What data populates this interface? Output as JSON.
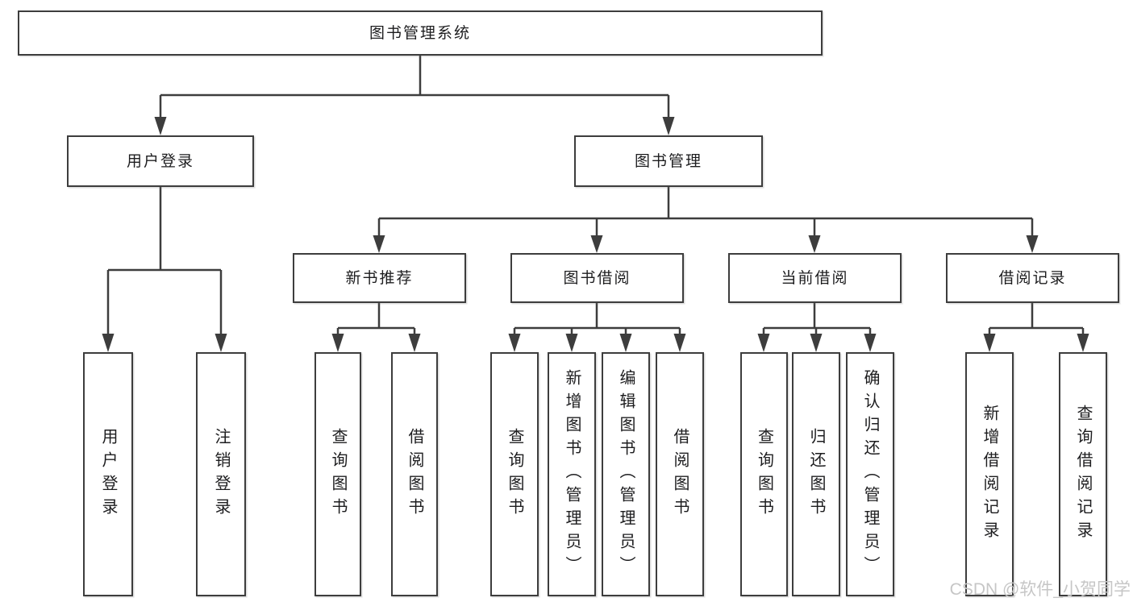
{
  "tree": {
    "root": "图书管理系统",
    "children": [
      {
        "label": "用户登录",
        "children": [
          "用户登录",
          "注销登录"
        ]
      },
      {
        "label": "图书管理",
        "children": [
          {
            "label": "新书推荐",
            "children": [
              "查询图书",
              "借阅图书"
            ]
          },
          {
            "label": "图书借阅",
            "children": [
              "查询图书",
              "新增图书（管理员）",
              "编辑图书（管理员）",
              "借阅图书"
            ]
          },
          {
            "label": "当前借阅",
            "children": [
              "查询图书",
              "归还图书",
              "确认归还（管理员）"
            ]
          },
          {
            "label": "借阅记录",
            "children": [
              "新增借阅记录",
              "查询借阅记录"
            ]
          }
        ]
      }
    ]
  },
  "watermark": {
    "text": "CSDN @软件_小贺同学"
  },
  "colors": {
    "line": "#3d3d3d",
    "box_border": "#3d3d3d",
    "text": "#1d1d1f",
    "watermark": "#c6c6c6",
    "background": "#ffffff"
  }
}
